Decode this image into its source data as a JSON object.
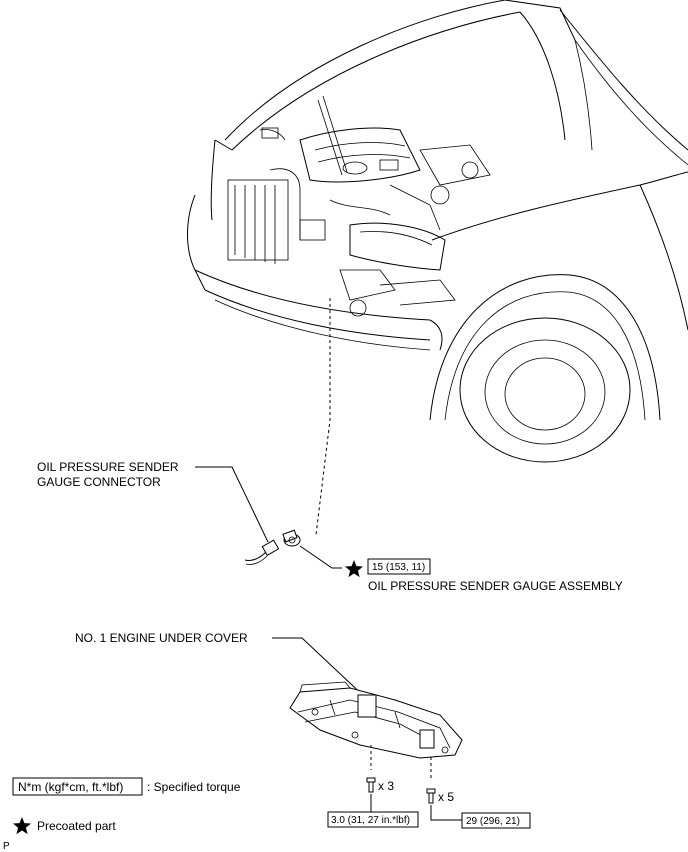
{
  "labels": {
    "connector_line1": "OIL PRESSURE SENDER",
    "connector_line2": "GAUGE CONNECTOR",
    "sender_assembly": "OIL PRESSURE SENDER GAUGE ASSEMBLY",
    "under_cover": "NO. 1 ENGINE UNDER COVER"
  },
  "torques": {
    "sender": "15 (153, 11)",
    "bolt_a": "3.0 (31, 27 in.*lbf)",
    "bolt_b": "29 (296, 21)"
  },
  "quantities": {
    "bolt_a": "x 3",
    "bolt_b": "x 5"
  },
  "legend": {
    "torque_box": "N*m (kgf*cm, ft.*lbf)",
    "torque_text": ": Specified torque",
    "precoat_text": "Precoated part"
  },
  "corner_mark": "P",
  "icons": {
    "precoat": "star-icon",
    "bolt": "bolt-icon"
  }
}
